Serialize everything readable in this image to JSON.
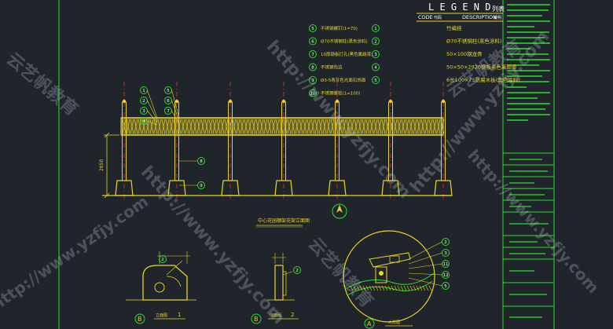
{
  "legend": {
    "title": "L E G E N D",
    "title_cn": "列表",
    "code_label": "CODE",
    "code_cn": "代码",
    "desc_label": "DESCRIPTION",
    "desc_cn": "说明",
    "left_items": [
      {
        "code": "5",
        "text": "不锈钢螺钉(1=70)"
      },
      {
        "code": "6",
        "text": "Ø70不锈钢柱(黑色涂料)"
      },
      {
        "code": "7",
        "text": "10厚钢板打孔(黑色氟碳漆)"
      },
      {
        "code": "8",
        "text": "不锈钢包边"
      },
      {
        "code": "9",
        "text": "Ø3-5青灰色光面石饰面"
      },
      {
        "code": "10",
        "text": "不锈钢螺栓(1=100)"
      }
    ],
    "right_items": [
      {
        "code": "1",
        "text": "竹编挂"
      },
      {
        "code": "2",
        "text": "Ø70不锈钢柱(黑色涂料)"
      },
      {
        "code": "3",
        "text": "50×100钢龙骨"
      },
      {
        "code": "4",
        "text": "50×50×2920钢板黑色氟碳漆"
      },
      {
        "code": "5",
        "text": "6长100×75防腐木板(黑色涂料)"
      }
    ]
  },
  "elevation": {
    "dim_height": "2650",
    "callouts_left": [
      "1",
      "2",
      "3",
      "4"
    ],
    "callouts_mid": [
      "5",
      "6",
      "7"
    ],
    "callout_body": "8",
    "callout_base": "9",
    "caption": "中心花园棚架花架立面图"
  },
  "details": {
    "detail_b": {
      "letter": "B",
      "caption": "立面图",
      "number": "1"
    },
    "detail_b2": {
      "letter": "B",
      "caption": "侧面图",
      "number": "2"
    },
    "detail_a": {
      "letter": "A",
      "caption": "大样图",
      "callouts": [
        "2",
        "3",
        "11",
        "12",
        "5"
      ]
    }
  },
  "watermarks": [
    "http://www.yzfjy.com",
    "云艺帆教育"
  ],
  "colors": {
    "background": "#20252b",
    "yellow": "#e8d428",
    "green": "#28e028",
    "red": "#e03030",
    "white": "#ffffff"
  }
}
